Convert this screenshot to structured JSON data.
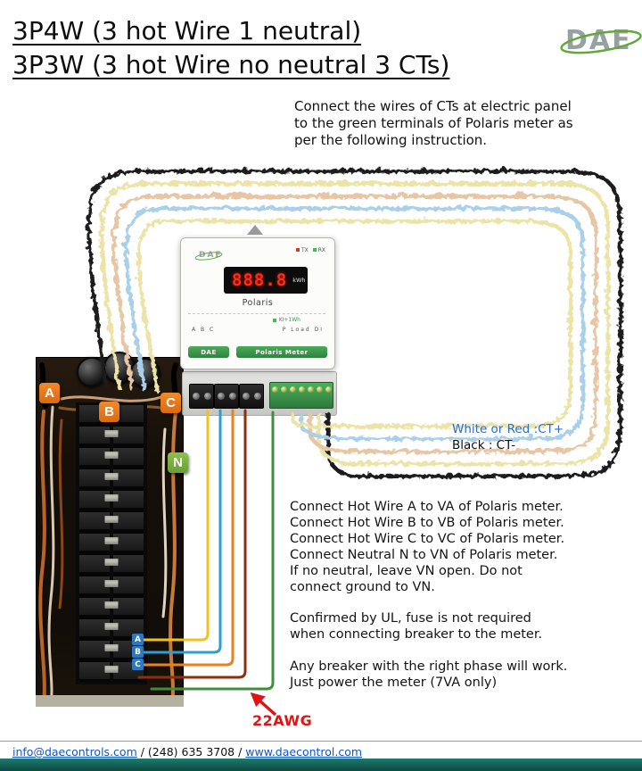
{
  "title": {
    "line1": "3P4W (3 hot Wire 1 neutral)",
    "line2": "3P3W (3 hot Wire no neutral 3 CTs)"
  },
  "logo": {
    "text": "DAE"
  },
  "intro": {
    "line1": "Connect the wires of CTs at electric panel",
    "line2": "to the green terminals of Polaris meter as",
    "line3": "per the following instruction."
  },
  "meter": {
    "brand": "DAE",
    "tx": "TX",
    "rx": "RX",
    "display": "888.8",
    "unit": "kWh",
    "model": "Polaris",
    "pulse_label": "KI+1Wh",
    "phases": "A B C",
    "io": "P Load DI",
    "bar_left": "DAE",
    "bar_right": "Polaris Meter"
  },
  "panel": {
    "label_a": "A",
    "label_b": "B",
    "label_c": "C",
    "label_n": "N",
    "wire_a": "A",
    "wire_b": "B",
    "wire_c": "C"
  },
  "legend": {
    "ct_plus": "White or Red :CT+",
    "ct_minus": "Black : CT-"
  },
  "instructions": [
    "Connect Hot Wire A to VA of Polaris meter.",
    "Connect Hot Wire B to VB of Polaris meter.",
    "Connect Hot Wire C to VC of Polaris meter.",
    "Connect Neutral N to VN of Polaris meter.",
    "If no neutral, leave VN open. Do not",
    "connect ground to VN."
  ],
  "ul_note": [
    "Confirmed by UL, fuse is not required",
    "when connecting breaker to the meter."
  ],
  "breaker_note": [
    "Any breaker with the right phase will work.",
    "Just power the meter (7VA only)"
  ],
  "awg_label": "22AWG",
  "footer": {
    "email": "info@daecontrols.com",
    "middle": " / (248) 635 3708 / ",
    "site": "www.daecontrol.com"
  },
  "colors": {
    "loop_black": "#1d1d1d",
    "loop_yellow": "#ece4a6",
    "loop_tan": "#e6c6a4",
    "loop_blue": "#a9cfe9",
    "wire_a_yellow": "#f2c21c",
    "wire_b_blue": "#2e9fd4",
    "wire_c_orange": "#e8821e",
    "wire_n_darkred": "#8c2e10",
    "wire_ground_green": "#3f8f3a",
    "badge_orange": "#ea7c1f",
    "badge_green": "#7cb342",
    "annotation_red": "#e01414",
    "link_blue": "#1254cc",
    "meter_green": "#3d9e4e"
  }
}
